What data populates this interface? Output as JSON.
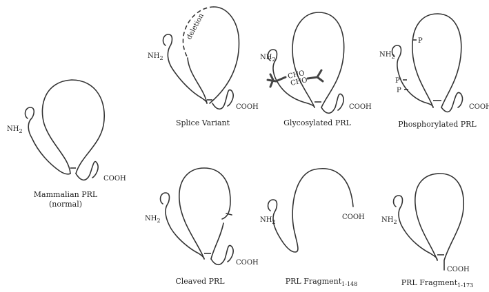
{
  "terminals": {
    "n": "NH",
    "n_sub": "2",
    "c": "COOH"
  },
  "phospho_mark": "P",
  "deletion_label": "deletion",
  "sugar_labels": [
    "CHO",
    "CHO"
  ],
  "variants": [
    {
      "id": "mammalian",
      "label_lines": [
        "Mammalian PRL",
        "(normal)"
      ]
    },
    {
      "id": "splice",
      "label_lines": [
        "Splice Variant"
      ]
    },
    {
      "id": "glyco",
      "label_lines": [
        "Glycosylated PRL"
      ]
    },
    {
      "id": "phospho",
      "label_lines": [
        "Phosphorylated PRL"
      ]
    },
    {
      "id": "cleaved",
      "label_lines": [
        "Cleaved PRL"
      ]
    },
    {
      "id": "frag148",
      "label_main": "PRL Fragment",
      "label_sub": "1-148"
    },
    {
      "id": "frag173",
      "label_main": "PRL Fragment",
      "label_sub": "1-173"
    }
  ]
}
